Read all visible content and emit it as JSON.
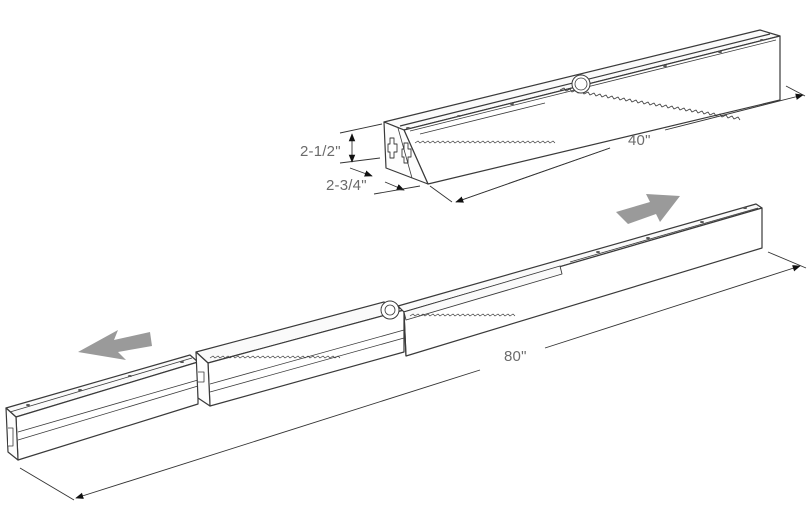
{
  "diagram": {
    "type": "technical-illustration",
    "subject": "Telescoping rack-and-pinion slide rail, shown collapsed and extended",
    "collapsed": {
      "length_label": "40\"",
      "height_label": "2-1/2\"",
      "width_label": "2-3/4\""
    },
    "extended": {
      "length_label": "80\"",
      "arrows": [
        "extend-left-arrow",
        "extend-right-arrow"
      ]
    },
    "colors": {
      "line": "#3a3a3a",
      "arrow_fill": "#9a9a9a",
      "label": "#6b6b6b",
      "background": "#ffffff"
    }
  }
}
